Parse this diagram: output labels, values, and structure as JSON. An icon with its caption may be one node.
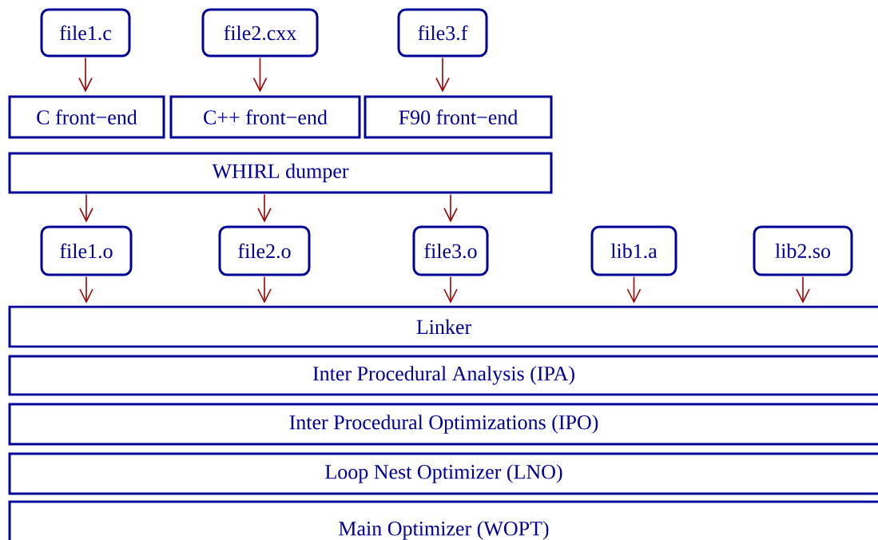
{
  "diagram": {
    "nodes": [
      {
        "text": [
          "file1.c"
        ]
      },
      {
        "text": [
          "file2.cxx"
        ]
      },
      {
        "text": [
          "file3.f"
        ]
      },
      {
        "text": [
          "C front−end"
        ]
      },
      {
        "text": [
          "C++ front−end"
        ]
      },
      {
        "text": [
          "F90 front−end"
        ]
      },
      {
        "text": [
          "WHIRL dumper"
        ]
      },
      {
        "text": [
          "file1.o"
        ]
      },
      {
        "text": [
          "file2.o"
        ]
      },
      {
        "text": [
          "file3.o"
        ]
      },
      {
        "text": [
          "lib1.a"
        ]
      },
      {
        "text": [
          "lib2.so"
        ]
      },
      {
        "text": [
          "Linker"
        ]
      },
      {
        "text": [
          "Inter Procedural Analysis (IPA)"
        ]
      },
      {
        "text": [
          "Inter Procedural Optimizations (IPO)"
        ]
      },
      {
        "text": [
          "Loop Nest Optimizer (LNO)"
        ]
      },
      {
        "text": [
          "Main Optimizer (WOPT)"
        ]
      }
    ],
    "edges": [
      {
        "from": 0,
        "to": 3,
        "arrow": "to"
      },
      {
        "from": 1,
        "to": 4,
        "arrow": "to"
      },
      {
        "from": 2,
        "to": 5,
        "arrow": "to"
      },
      {
        "from": 6,
        "to": 7,
        "arrow": "to"
      },
      {
        "from": 6,
        "to": 8,
        "arrow": "to"
      },
      {
        "from": 6,
        "to": 9,
        "arrow": "to"
      },
      {
        "from": 7,
        "to": 12,
        "arrow": "to"
      },
      {
        "from": 8,
        "to": 12,
        "arrow": "to"
      },
      {
        "from": 9,
        "to": 12,
        "arrow": "to"
      },
      {
        "from": 10,
        "to": 12,
        "arrow": "to"
      },
      {
        "from": 11,
        "to": 12,
        "arrow": "to"
      }
    ]
  }
}
